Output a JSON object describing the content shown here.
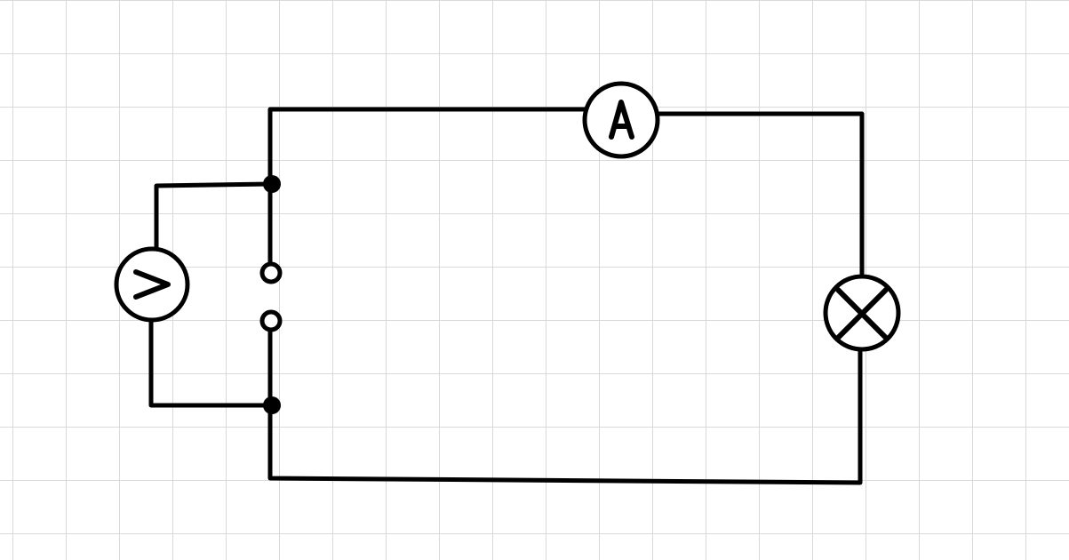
{
  "components": {
    "ammeter": {
      "symbol": "A"
    },
    "voltmeter": {
      "symbol": "V"
    },
    "lamp": {
      "symbol": "X"
    },
    "switch": {
      "state": "open"
    }
  },
  "colors": {
    "ink": "#000000",
    "paper": "#ffffff",
    "grid": "#d9d9d9"
  }
}
